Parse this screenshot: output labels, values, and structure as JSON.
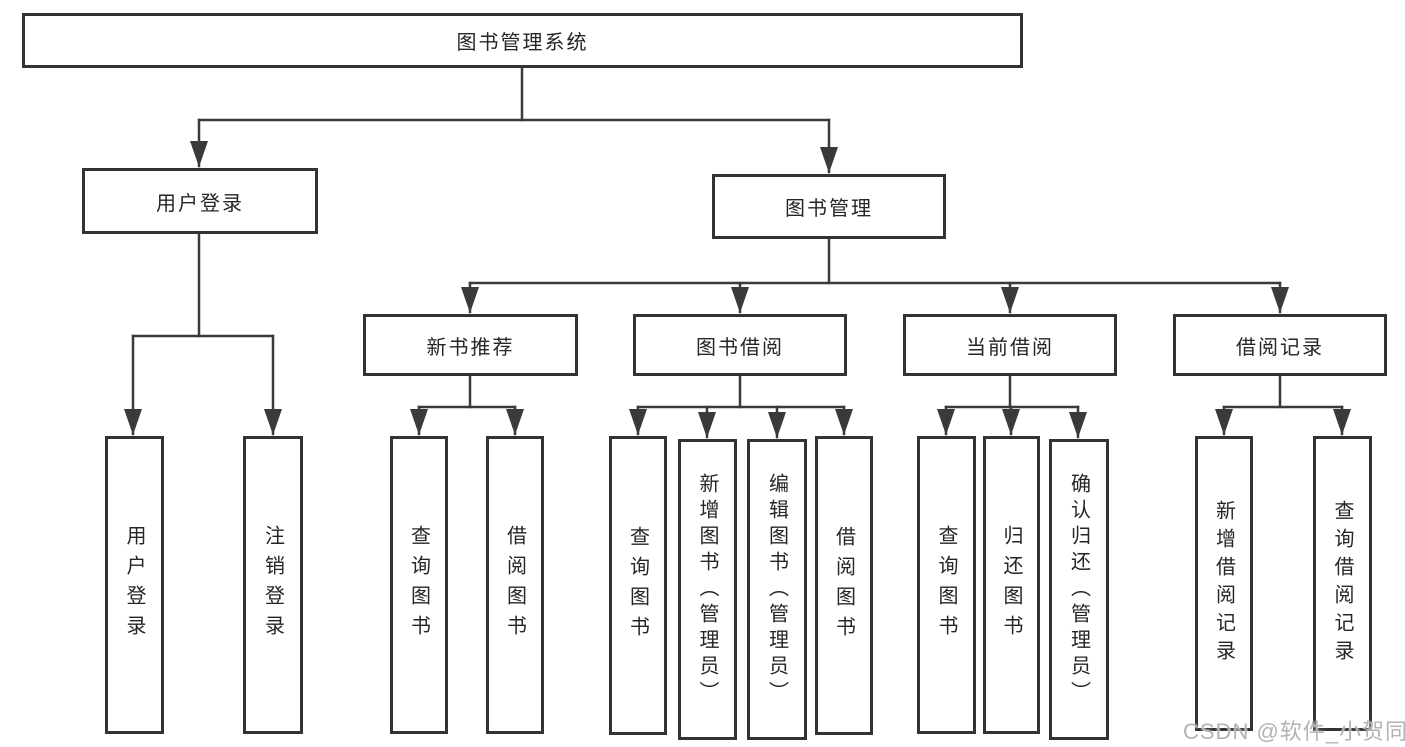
{
  "diagram": {
    "root": {
      "label": "图书管理系统"
    },
    "branches": [
      {
        "label": "用户登录",
        "children": [
          {
            "label": "用户登录"
          },
          {
            "label": "注销登录"
          }
        ]
      },
      {
        "label": "图书管理",
        "children": [
          {
            "label": "新书推荐",
            "children": [
              {
                "label": "查询图书"
              },
              {
                "label": "借阅图书"
              }
            ]
          },
          {
            "label": "图书借阅",
            "children": [
              {
                "label": "查询图书"
              },
              {
                "label": "新增图书（管理员）"
              },
              {
                "label": "编辑图书（管理员）"
              },
              {
                "label": "借阅图书"
              }
            ]
          },
          {
            "label": "当前借阅",
            "children": [
              {
                "label": "查询图书"
              },
              {
                "label": "归还图书"
              },
              {
                "label": "确认归还（管理员）"
              }
            ]
          },
          {
            "label": "借阅记录",
            "children": [
              {
                "label": "新增借阅记录"
              },
              {
                "label": "查询借阅记录"
              }
            ]
          }
        ]
      }
    ]
  },
  "watermark": {
    "text": "CSDN @软件_小贺同学"
  },
  "colors": {
    "background": "#ffffff",
    "box_border": "#333333",
    "connector_line": "#3a3a3a",
    "text": "#262626",
    "watermark_text": "#b3b3b3"
  }
}
